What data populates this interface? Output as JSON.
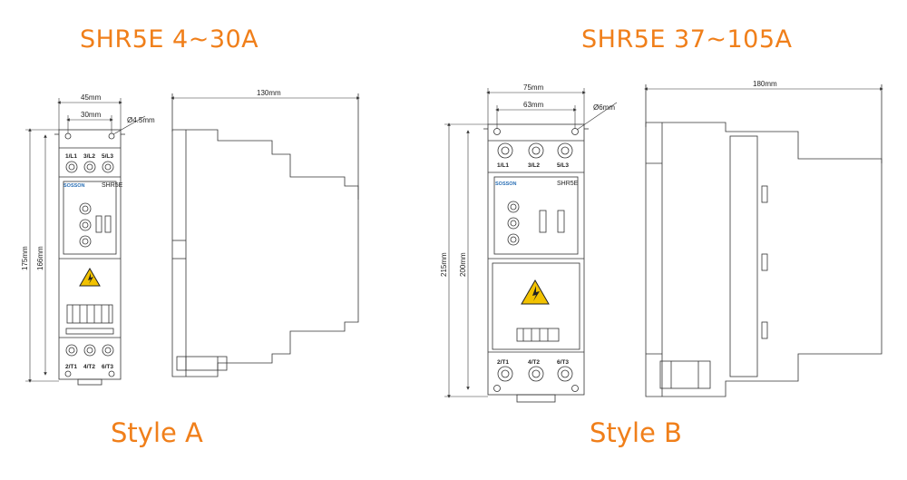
{
  "titles": {
    "left": "SHR5E 4~30A",
    "right": "SHR5E 37~105A"
  },
  "styles": {
    "left": "Style A",
    "right": "Style B"
  },
  "style_a": {
    "width_outer": "45mm",
    "width_inner": "30mm",
    "hole": "Ø4.5mm",
    "depth": "130mm",
    "height_outer": "175mm",
    "height_inner": "166mm",
    "model": "SHR5E",
    "brand": "SOSSON",
    "terminals_top": [
      "1/L1",
      "3/L2",
      "5/L3"
    ],
    "terminals_bottom": [
      "2/T1",
      "4/T2",
      "6/T3"
    ]
  },
  "style_b": {
    "width_outer": "75mm",
    "width_inner": "63mm",
    "hole": "Ø6mm",
    "depth": "180mm",
    "height_outer": "215mm",
    "height_inner": "200mm",
    "model": "SHR5E",
    "brand": "SOSSON",
    "terminals_top": [
      "1/L1",
      "3/L2",
      "5/L3"
    ],
    "terminals_bottom": [
      "2/T1",
      "4/T2",
      "6/T3"
    ]
  },
  "colors": {
    "accent": "#f07f1a",
    "line": "#333333",
    "warning": "#f2c200"
  }
}
